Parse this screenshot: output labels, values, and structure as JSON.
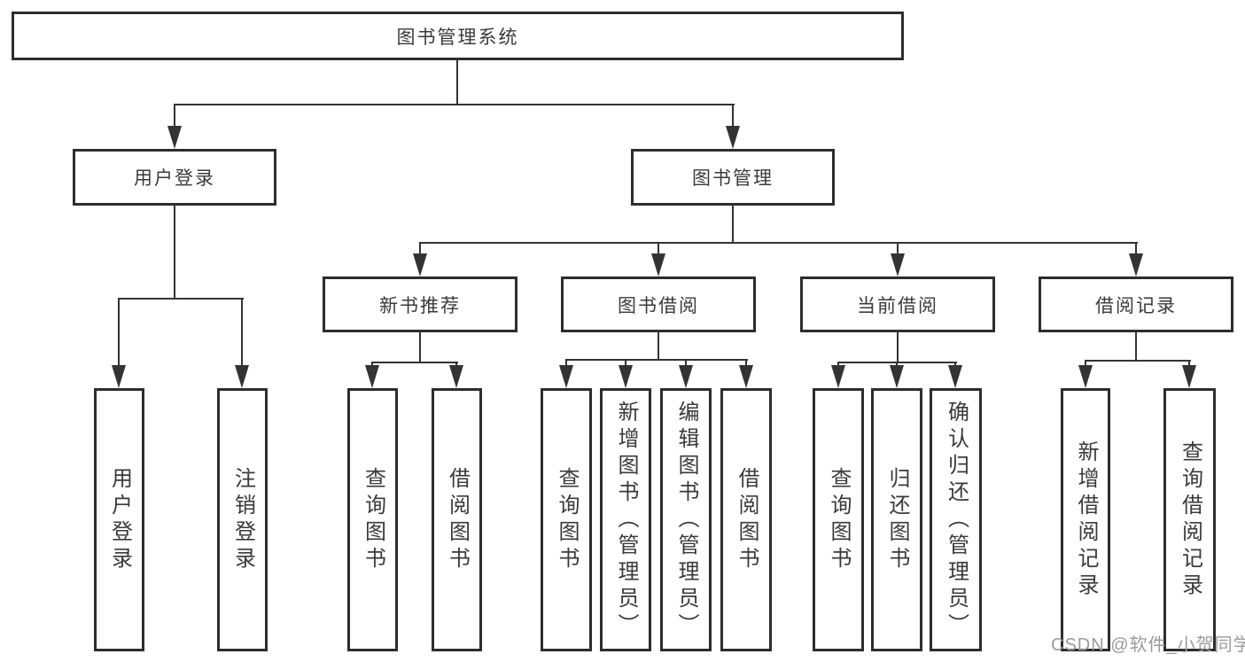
{
  "diagram": {
    "title": "图书管理系统",
    "branches": [
      {
        "label": "用户登录",
        "children": [
          {
            "label": "用户登录"
          },
          {
            "label": "注销登录"
          }
        ]
      },
      {
        "label": "图书管理",
        "children": [
          {
            "label": "新书推荐",
            "children": [
              {
                "label": "查询图书"
              },
              {
                "label": "借阅图书"
              }
            ]
          },
          {
            "label": "图书借阅",
            "children": [
              {
                "label": "查询图书"
              },
              {
                "label": "新增图书（管理员）"
              },
              {
                "label": "编辑图书（管理员）"
              },
              {
                "label": "借阅图书"
              }
            ]
          },
          {
            "label": "当前借阅",
            "children": [
              {
                "label": "查询图书"
              },
              {
                "label": "归还图书"
              },
              {
                "label": "确认归还（管理员）"
              }
            ]
          },
          {
            "label": "借阅记录",
            "children": [
              {
                "label": "新增借阅记录"
              },
              {
                "label": "查询借阅记录"
              }
            ]
          }
        ]
      }
    ]
  },
  "watermark": {
    "text": "CSDN @软件_小贺同学"
  },
  "colors": {
    "line": "#333333",
    "box_border": "#2d2d2d",
    "text": "#3a3a3a",
    "watermark": "#9b9b9b",
    "background": "#ffffff"
  }
}
